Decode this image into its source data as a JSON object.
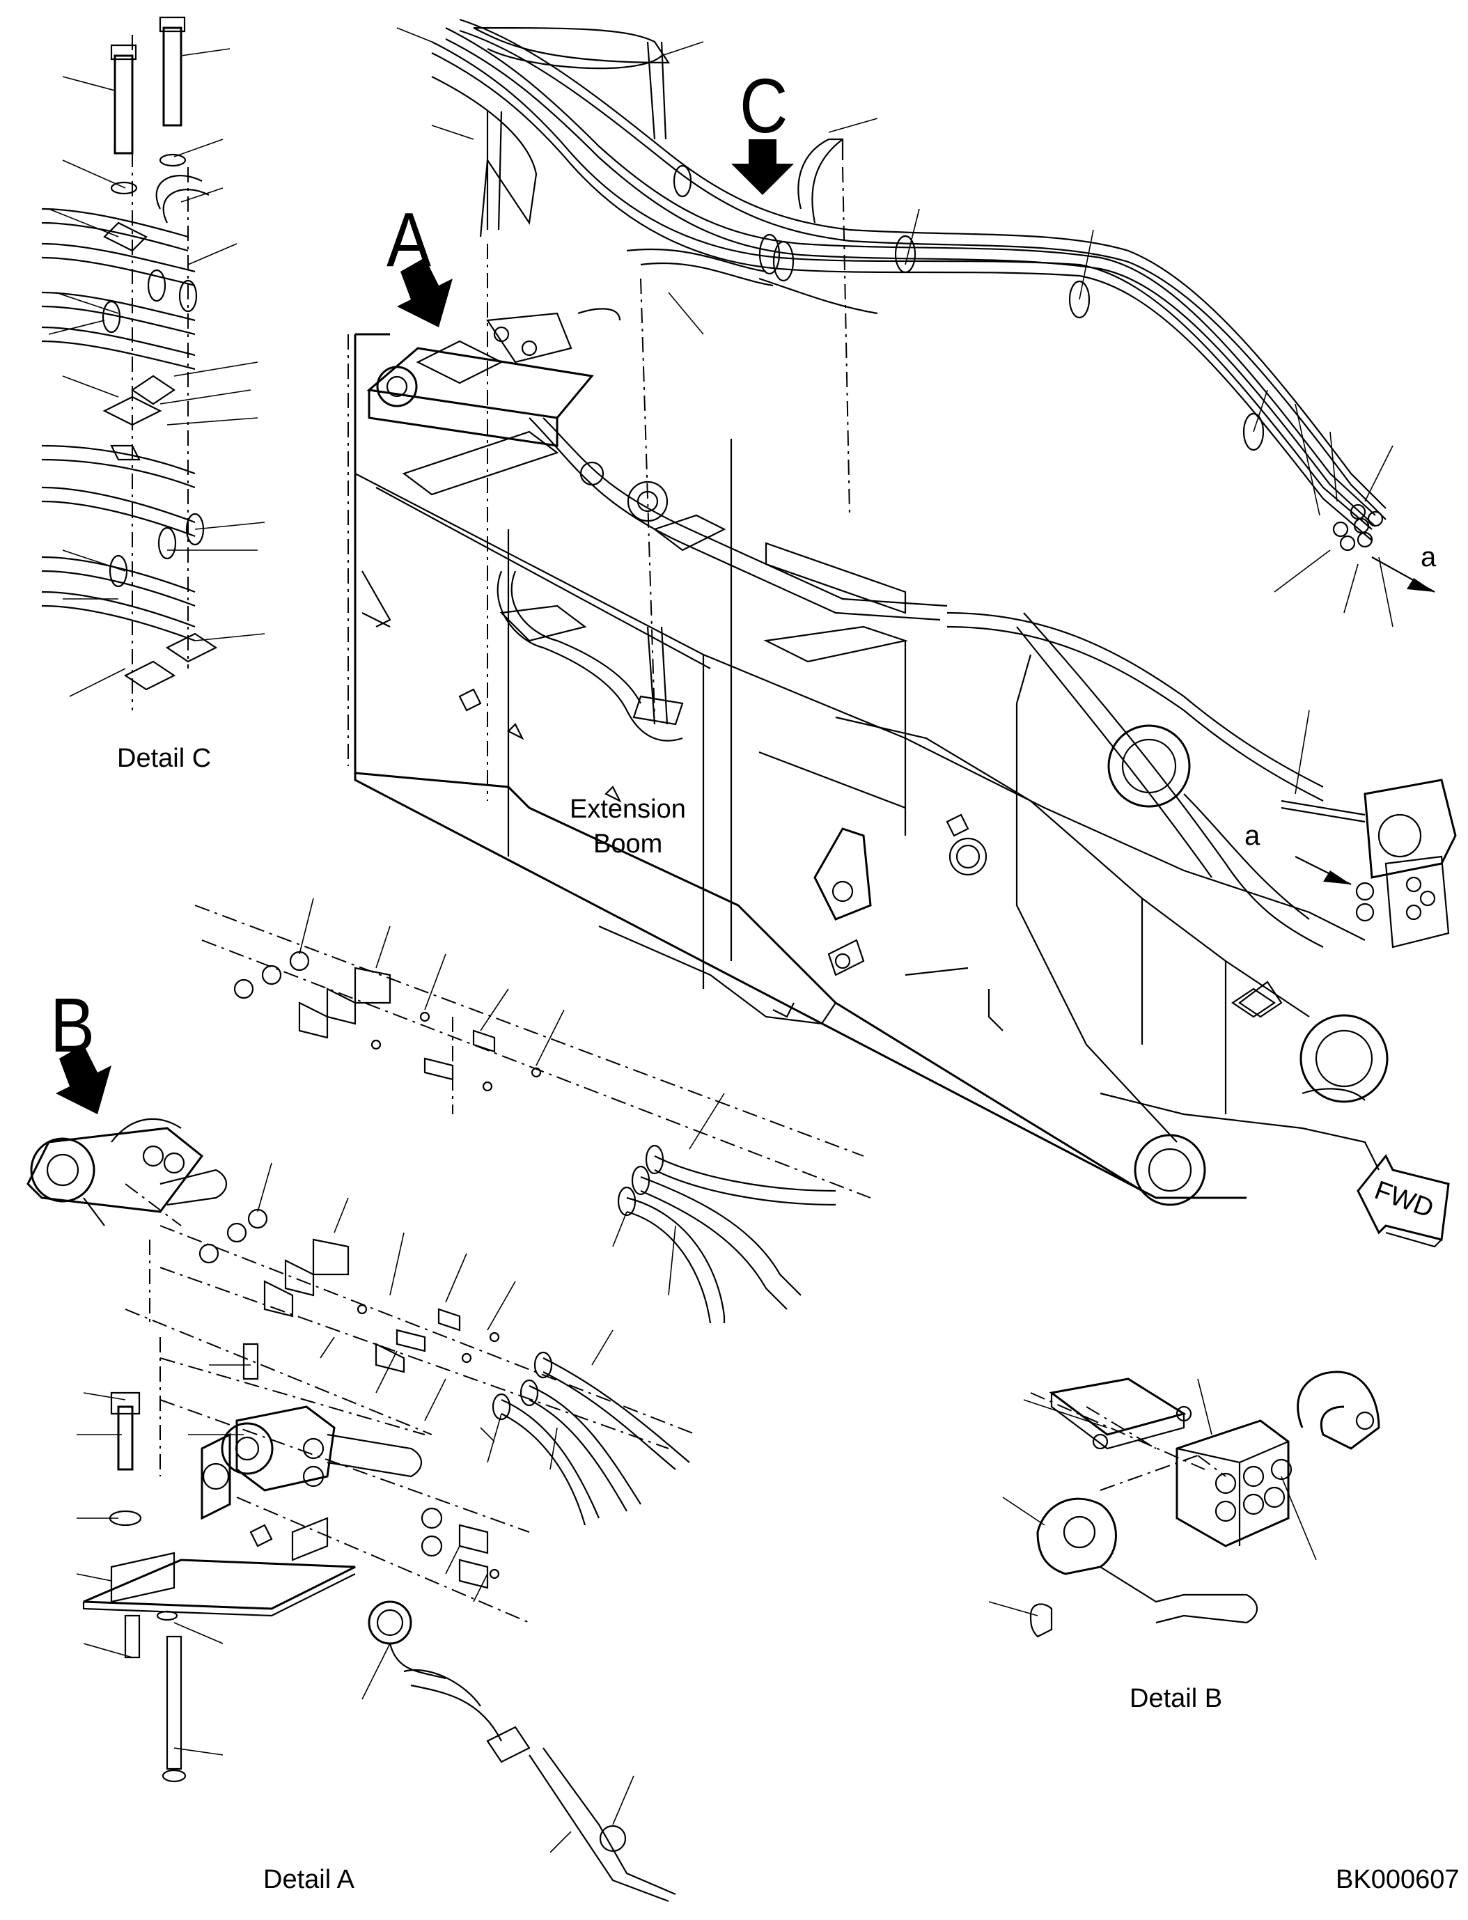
{
  "view_labels": {
    "a": "A",
    "b": "B",
    "c": "C"
  },
  "captions": {
    "detail_a": "Detail A",
    "detail_b": "Detail B",
    "detail_c": "Detail C",
    "extension": "Extension",
    "boom": "Boom"
  },
  "connection_marks": {
    "first": "a",
    "second": "a"
  },
  "fwd_label": "FWD",
  "drawing_number": "BK000607"
}
